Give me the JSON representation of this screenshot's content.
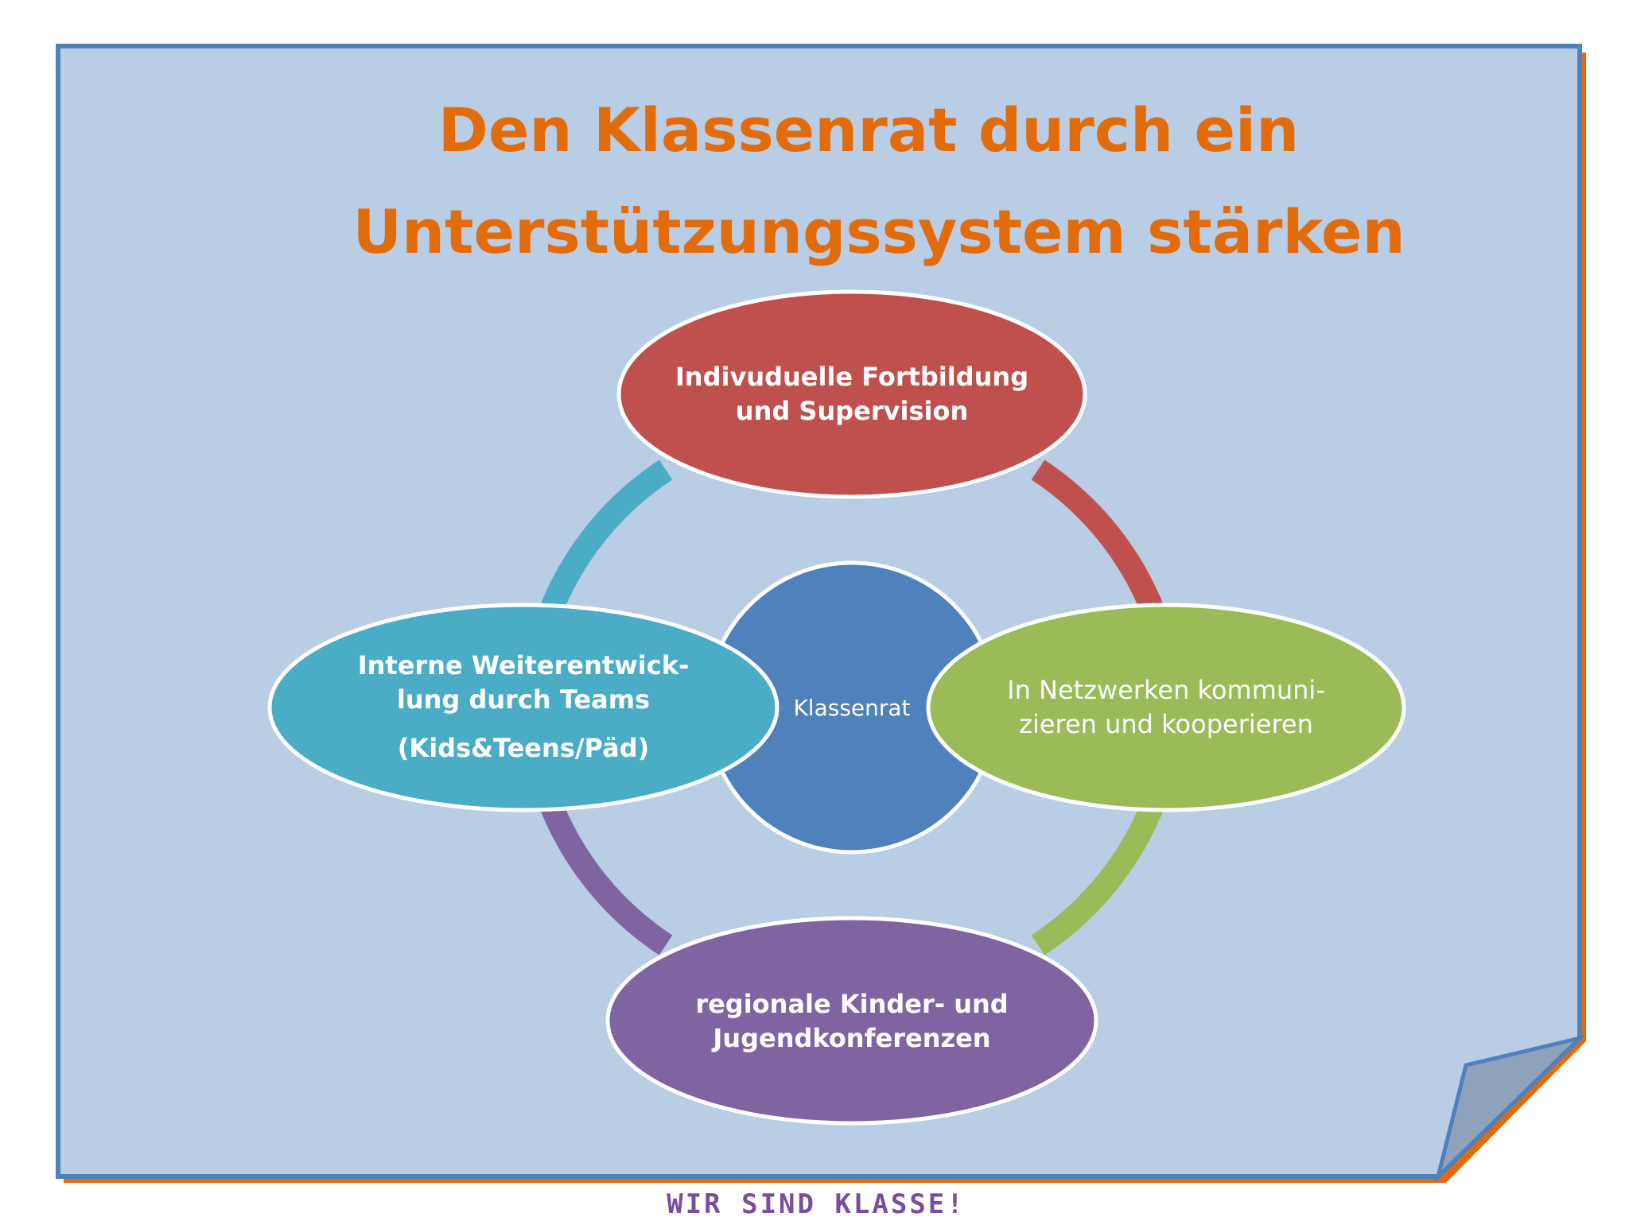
{
  "title": {
    "line1": "Den Klassenrat durch ein",
    "line2": "Unterstützungssystem stärken"
  },
  "center": {
    "label": "Klassenrat",
    "color": "#4f81bd"
  },
  "nodes": {
    "top": {
      "lines": [
        "Indivuduelle Fortbildung",
        "und Supervision"
      ],
      "color": "#c0504d"
    },
    "right": {
      "lines": [
        "In Netzwerken kommuni-",
        "zieren und kooperieren"
      ],
      "color": "#9bbb59"
    },
    "bottom": {
      "lines": [
        "regionale Kinder- und",
        "Jugendkonferenzen"
      ],
      "color": "#8064a2"
    },
    "left": {
      "lines": [
        "Interne  Weiterentwick-",
        "lung durch Teams",
        "(Kids&Teens/Päd)"
      ],
      "color": "#4bacc6"
    }
  },
  "colors": {
    "title": "#e36c0a",
    "slide_background": "#b9cde5",
    "slide_border": "#4f81bd",
    "slide_shadow": "#e36c0a"
  },
  "footer": {
    "text": "WIR SIND KLASSE!"
  }
}
